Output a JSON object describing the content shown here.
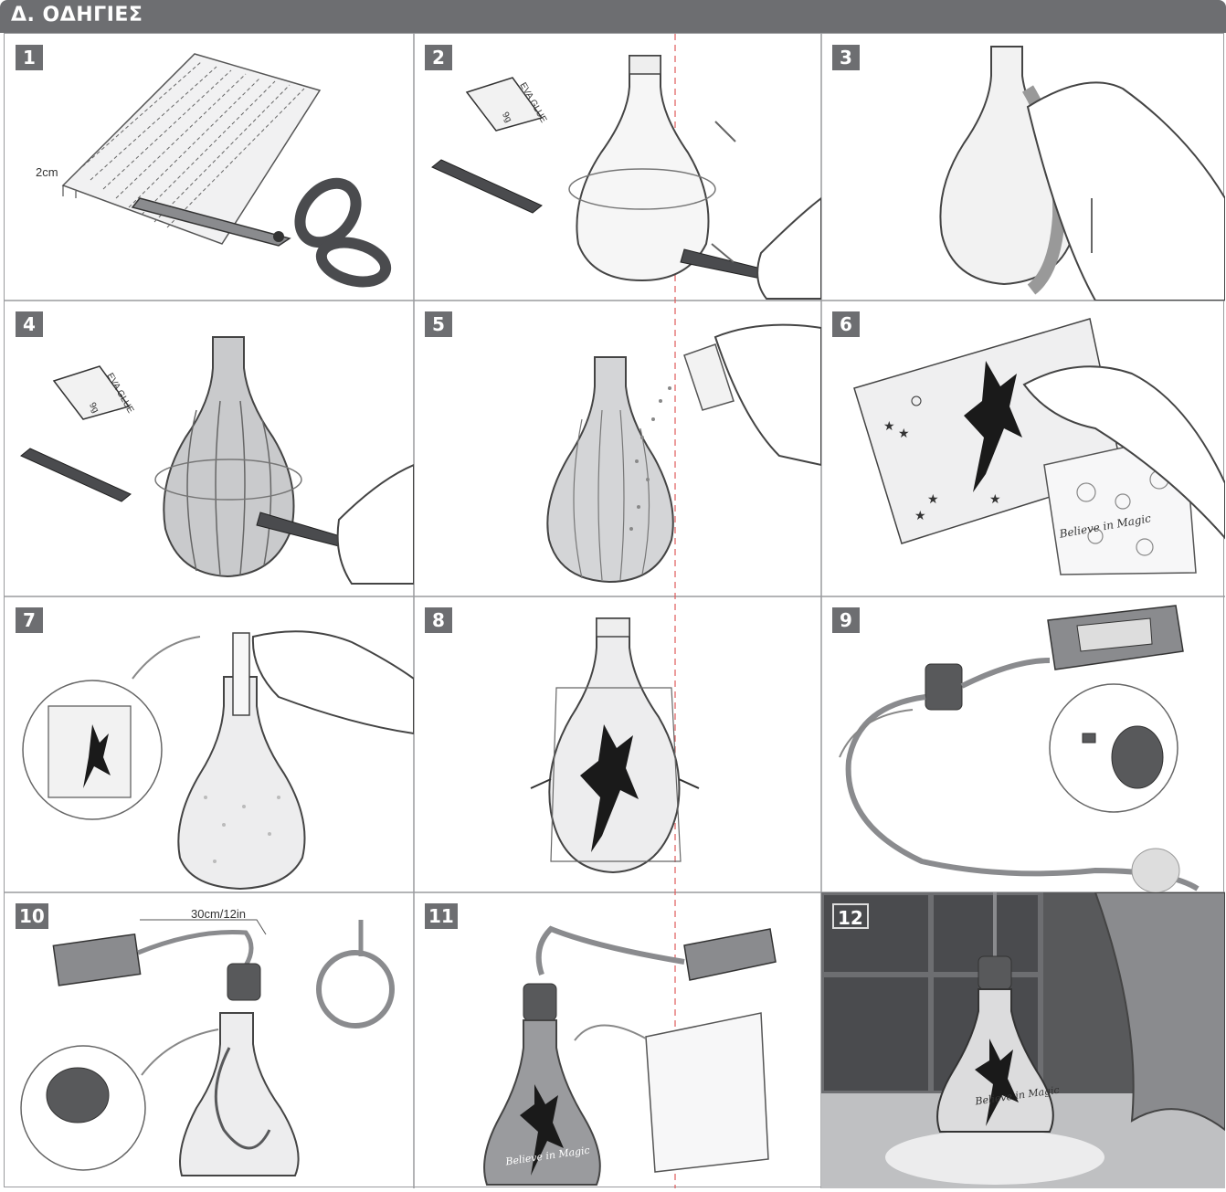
{
  "header": {
    "title": "Δ. ΟΔΗΓΙΕΣ"
  },
  "steps": [
    {
      "number": "1",
      "labels": {
        "width": "2cm"
      }
    },
    {
      "number": "2",
      "labels": {
        "glue": "EVA GLUE",
        "grams": "9g"
      }
    },
    {
      "number": "3"
    },
    {
      "number": "4",
      "labels": {
        "glue": "EVA GLUE",
        "grams": "9g"
      }
    },
    {
      "number": "5"
    },
    {
      "number": "6",
      "labels": {
        "sticker": "Believe in Magic"
      }
    },
    {
      "number": "7"
    },
    {
      "number": "8"
    },
    {
      "number": "9"
    },
    {
      "number": "10",
      "labels": {
        "length": "30cm/12in"
      }
    },
    {
      "number": "11",
      "labels": {
        "sticker": "Believe in Magic"
      }
    },
    {
      "number": "12",
      "labels": {
        "sticker": "Believe in Magic"
      }
    }
  ],
  "colors": {
    "header": "#6d6e71",
    "grid_line": "#9a9b9e",
    "guide_line": "#e05a5a",
    "window": "#58595b"
  }
}
